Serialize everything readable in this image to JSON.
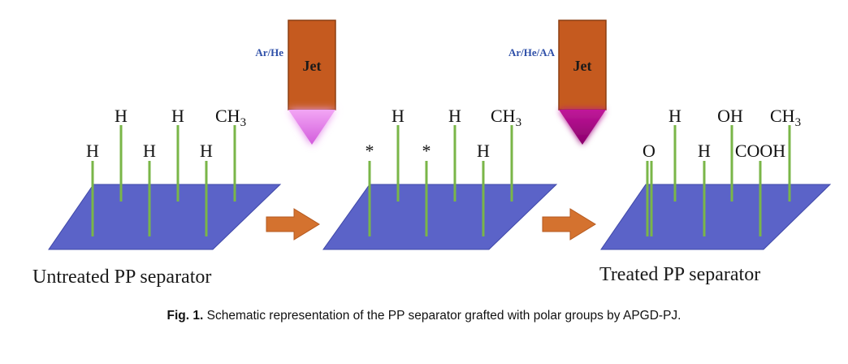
{
  "jets": [
    {
      "gas": "Ar/He",
      "label": "Jet",
      "plume_color": "#e07be8"
    },
    {
      "gas": "Ar/He/AA",
      "label": "Jet",
      "plume_color": "#a3007c"
    }
  ],
  "panel1": {
    "label": "Untreated PP separator",
    "groups": [
      "H",
      "H",
      "H",
      "H",
      "H"
    ],
    "methyl": {
      "base": "CH",
      "sub": "3"
    }
  },
  "panel2": {
    "groups": [
      "*",
      "H",
      "*",
      "H",
      "H"
    ],
    "methyl": {
      "base": "CH",
      "sub": "3"
    }
  },
  "panel3": {
    "label": "Treated PP separator",
    "groups": [
      "O",
      "H",
      "H",
      "OH",
      "COOH"
    ],
    "methyl": {
      "base": "CH",
      "sub": "3"
    }
  },
  "caption": {
    "prefix": "Fig. 1.",
    "text": " Schematic representation of the PP separator grafted with polar groups by APGD-PJ."
  },
  "colors": {
    "plate": "#5b63c8",
    "plate_edge": "#3f48a8",
    "stick": "#7ab648",
    "jet_body": "#c55a1f",
    "arrow": "#d4722f"
  }
}
